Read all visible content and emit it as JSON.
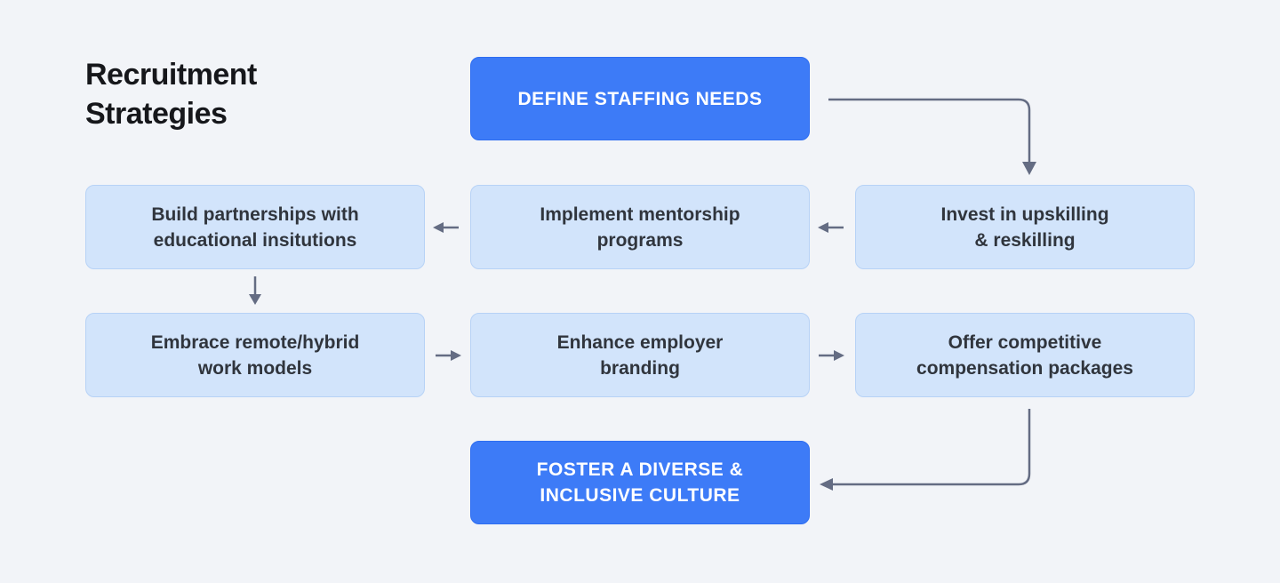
{
  "title": "Recruitment\nStrategies",
  "colors": {
    "background": "#f2f4f8",
    "primary_node_fill": "#3d7bf7",
    "primary_node_border": "#2e6df0",
    "secondary_node_fill": "#d2e4fb",
    "secondary_node_border": "#b7d2f6",
    "arrow": "#646c83",
    "primary_node_text": "#ffffff",
    "secondary_node_text": "#30353d",
    "title_text": "#16171b"
  },
  "nodes": [
    {
      "id": "define-staffing-needs",
      "type": "primary",
      "label": "DEFINE STAFFING NEEDS"
    },
    {
      "id": "build-partnerships",
      "type": "secondary",
      "label": "Build partnerships with\neducational insitutions"
    },
    {
      "id": "implement-mentorship",
      "type": "secondary",
      "label": "Implement mentorship\nprograms"
    },
    {
      "id": "invest-upskilling",
      "type": "secondary",
      "label": "Invest in upskilling\n& reskilling"
    },
    {
      "id": "embrace-remote",
      "type": "secondary",
      "label": "Embrace remote/hybrid\nwork models"
    },
    {
      "id": "enhance-branding",
      "type": "secondary",
      "label": "Enhance employer\nbranding"
    },
    {
      "id": "offer-compensation",
      "type": "secondary",
      "label": "Offer competitive\ncompensation packages"
    },
    {
      "id": "foster-culture",
      "type": "primary",
      "label": "FOSTER A DIVERSE &\nINCLUSIVE CULTURE"
    }
  ],
  "flow_order": [
    "define-staffing-needs",
    "invest-upskilling",
    "implement-mentorship",
    "build-partnerships",
    "embrace-remote",
    "enhance-branding",
    "offer-compensation",
    "foster-culture"
  ]
}
